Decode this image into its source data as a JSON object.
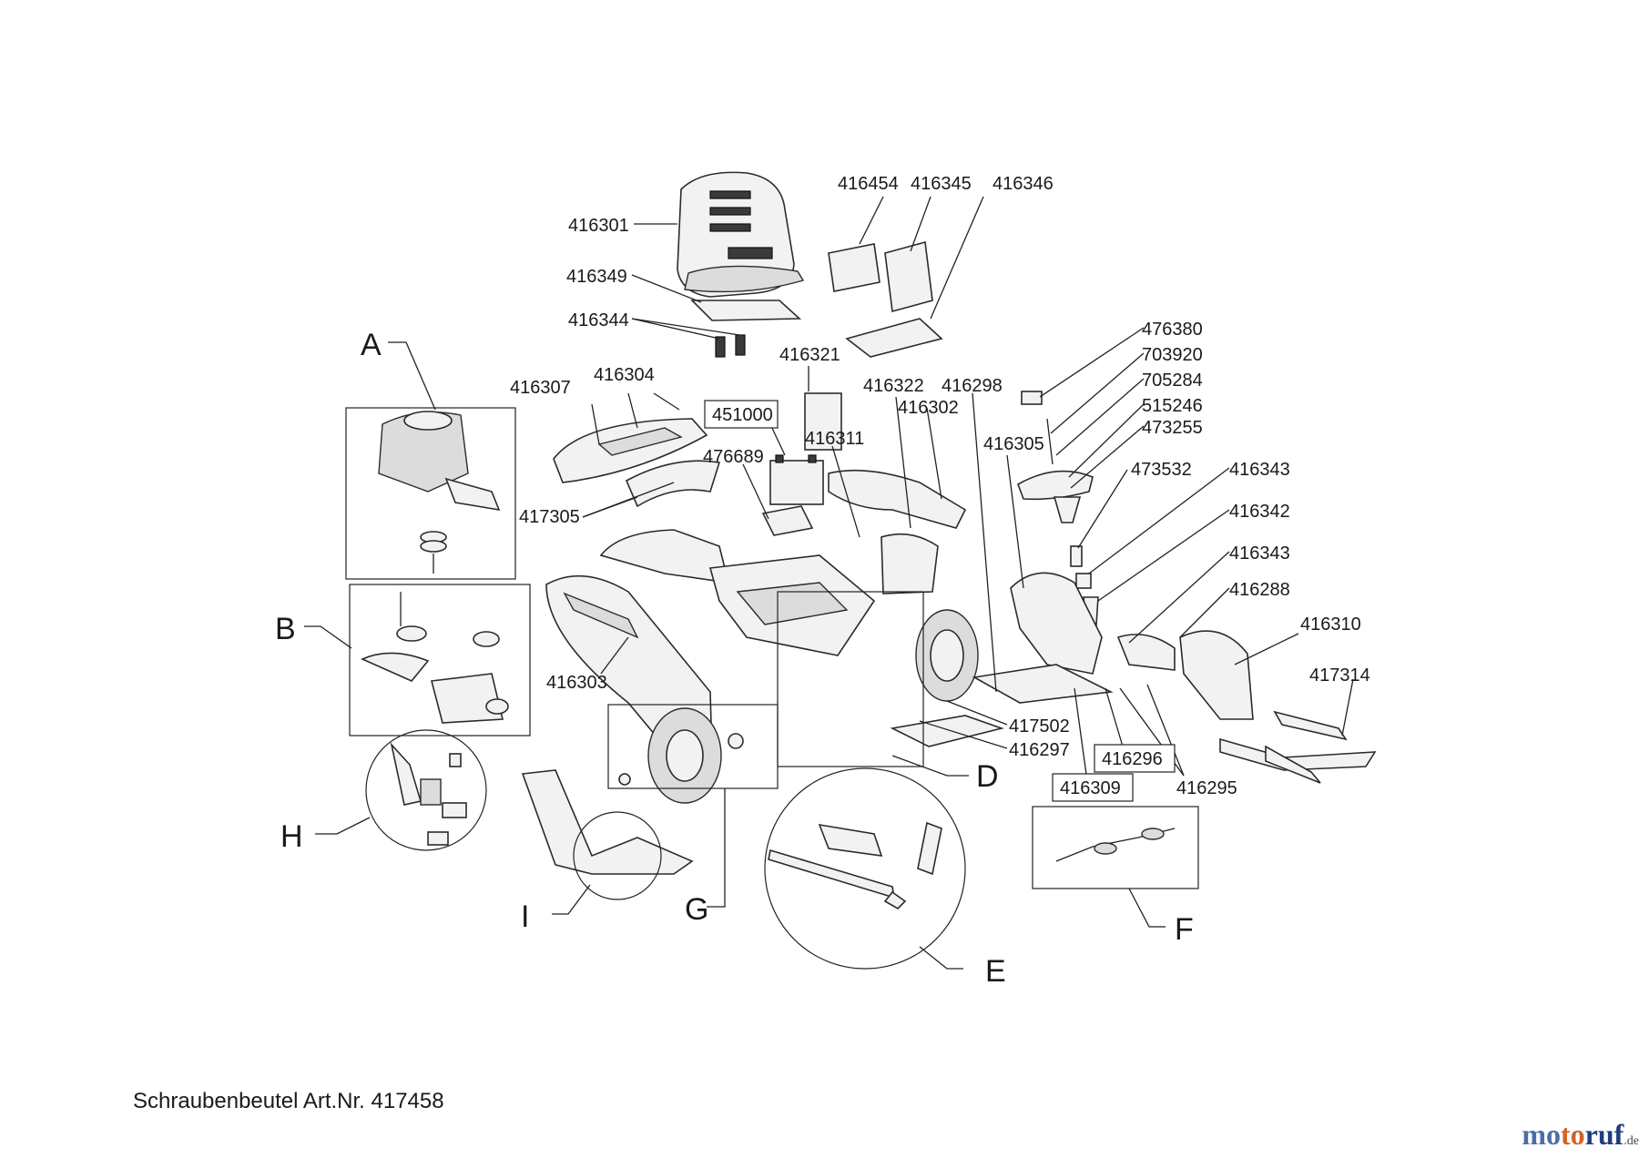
{
  "parts": [
    "416301",
    "416349",
    "416344",
    "416454",
    "416345",
    "416346",
    "416321",
    "416307",
    "416304",
    "451000",
    "476689",
    "417305",
    "416311",
    "416322",
    "416302",
    "416298",
    "416305",
    "476380",
    "703920",
    "705284",
    "515246",
    "473255",
    "473532",
    "416343",
    "416342",
    "416343",
    "416288",
    "416310",
    "417314",
    "416303",
    "417502",
    "416297",
    "416296",
    "416309",
    "416295"
  ],
  "groups": [
    "A",
    "B",
    "H",
    "I",
    "G",
    "E",
    "D",
    "F"
  ],
  "footer": "Schraubenbeutel Art.Nr. 417458",
  "brand": {
    "p1": "mo",
    "p2": "to",
    "p3": "ruf",
    "tld": ".de"
  },
  "colors": {
    "brand_blue": "#4a6fa8",
    "brand_orange": "#d2622a",
    "brand_green": "#7a9b3a",
    "brand_navy": "#1f3f7a"
  }
}
